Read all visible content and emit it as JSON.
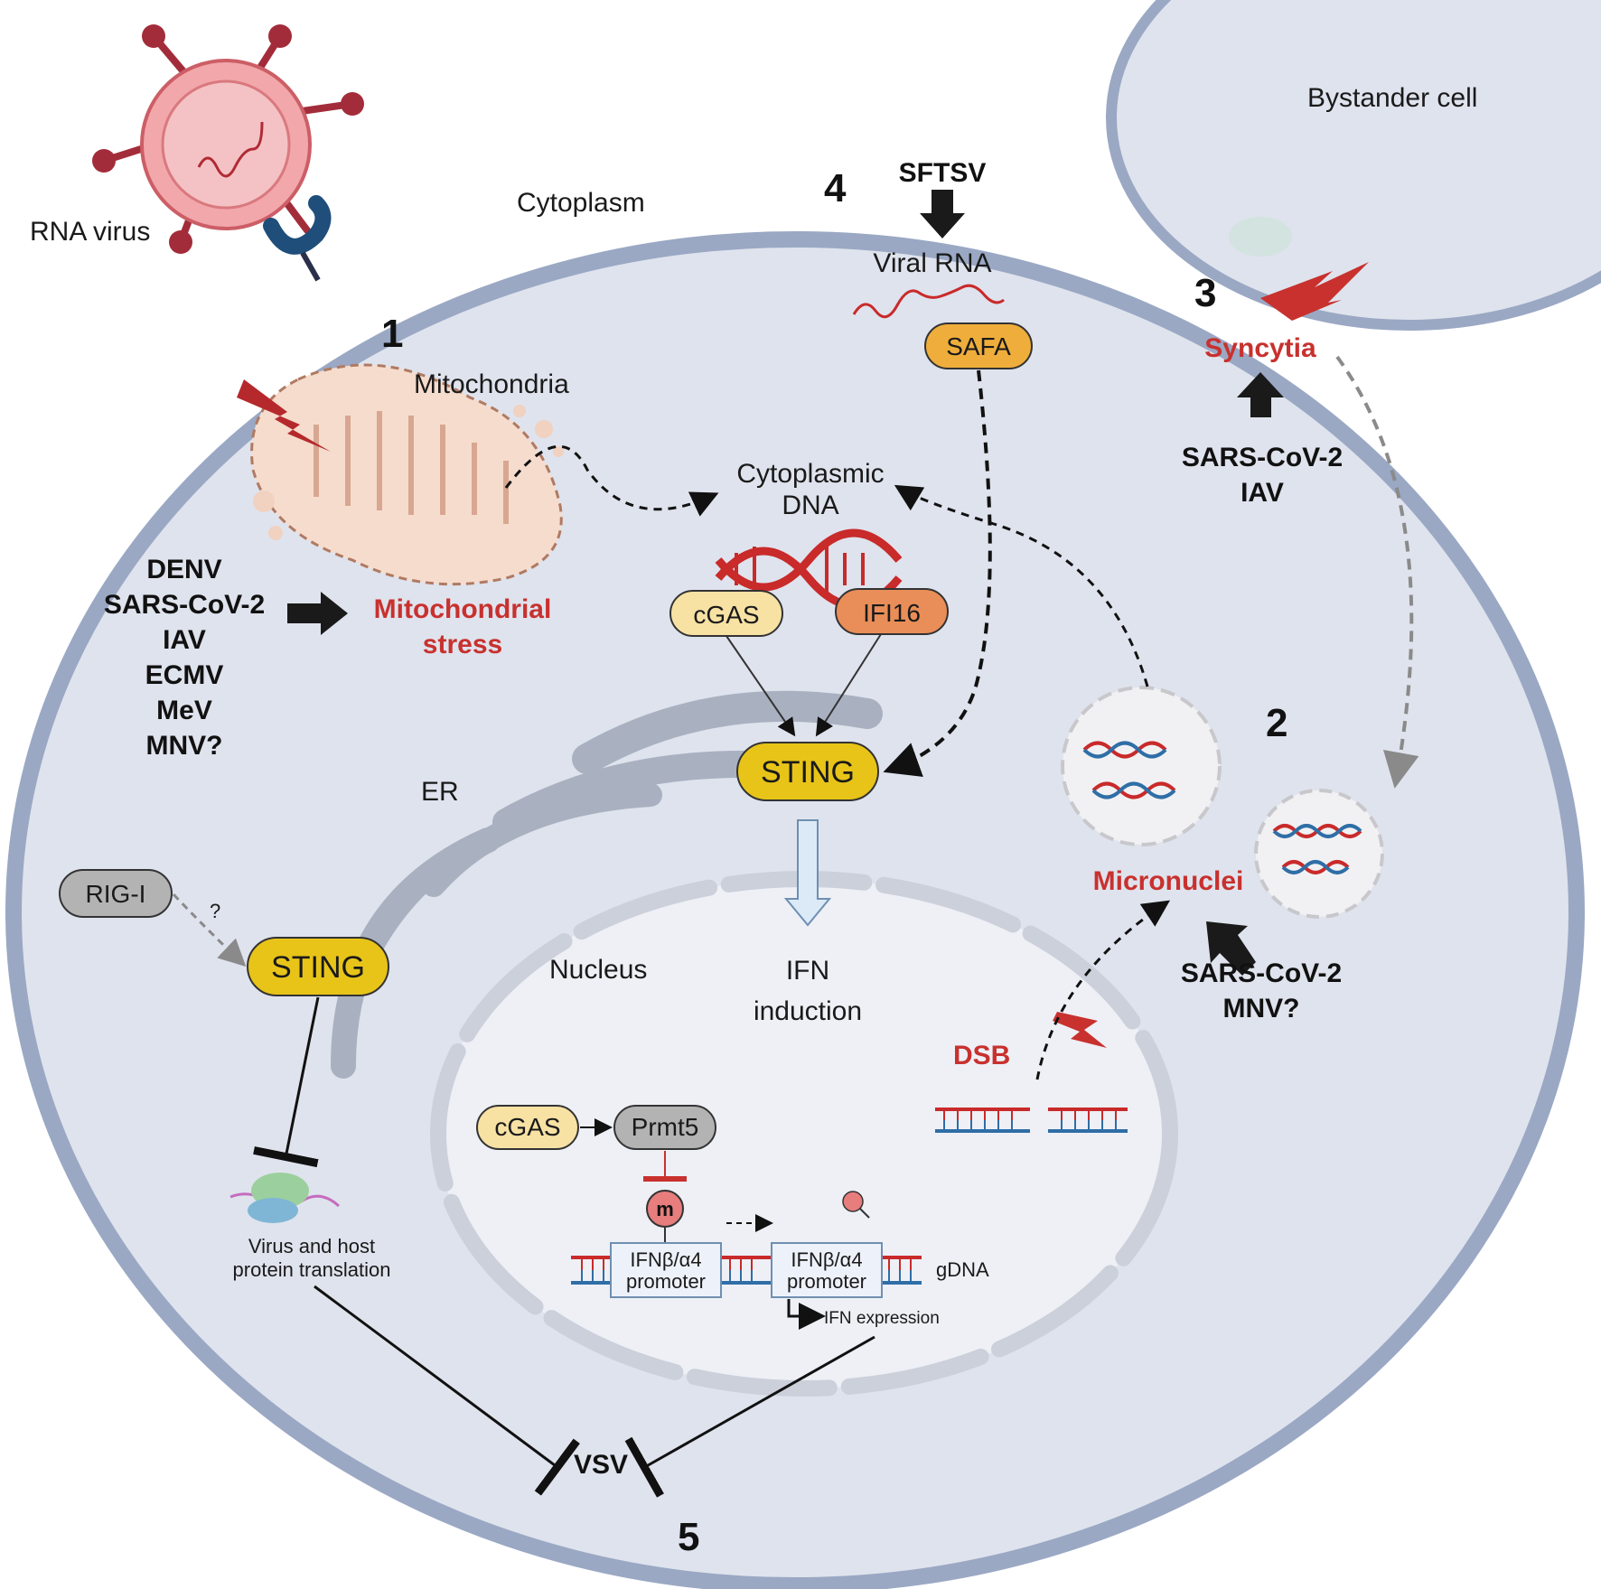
{
  "labels": {
    "rna_virus": "RNA virus",
    "cytoplasm": "Cytoplasm",
    "bystander_cell": "Bystander cell",
    "mitochondria": "Mitochondria",
    "mitochondrial_stress_line1": "Mitochondrial",
    "mitochondrial_stress_line2": "stress",
    "cytoplasmic_dna_line1": "Cytoplasmic",
    "cytoplasmic_dna_line2": "DNA",
    "viral_rna": "Viral RNA",
    "syncytia": "Syncytia",
    "micronuclei": "Micronuclei",
    "er": "ER",
    "nucleus": "Nucleus",
    "ifn_induction_line1": "IFN",
    "ifn_induction_line2": "induction",
    "dsb": "DSB",
    "gdna": "gDNA",
    "ifn_expression": "IFN expression",
    "translation_line1": "Virus and host",
    "translation_line2": "protein translation",
    "vsv": "VSV",
    "question_mark": "?"
  },
  "step_numbers": {
    "one": "1",
    "two": "2",
    "three": "3",
    "four": "4",
    "five": "5"
  },
  "virus_lists": {
    "mitochondrial": [
      "DENV",
      "SARS-CoV-2",
      "IAV",
      "ECMV",
      "MeV",
      "MNV?"
    ],
    "sftsv": "SFTSV",
    "syncytia": [
      "SARS-CoV-2",
      "IAV"
    ],
    "micronuclei": [
      "SARS-CoV-2",
      "MNV?"
    ]
  },
  "proteins": {
    "safa": "SAFA",
    "cgas": "cGAS",
    "ifi16": "IFI16",
    "sting_main": "STING",
    "sting_er": "STING",
    "rig_i": "RIG-I",
    "cgas_nuclear": "cGAS",
    "prmt5": "Prmt5",
    "methyl_mark": "m"
  },
  "promoters": {
    "left_line1": "IFNβ/α4",
    "left_line2": "promoter",
    "right_line1": "IFNβ/α4",
    "right_line2": "promoter"
  },
  "colors": {
    "cell_fill": "#dfe3ed",
    "cell_border": "#9aa8c4",
    "nucleus_fill": "#eef0f6",
    "sting": "#e8c419",
    "safa": "#efae3b",
    "cgas": "#f7e2a4",
    "ifi16": "#e98e58",
    "rig_i": "#b3b3b3",
    "accent_red": "#c8312e",
    "dna_red": "#c92a2a",
    "dna_blue": "#2f6ea6"
  }
}
